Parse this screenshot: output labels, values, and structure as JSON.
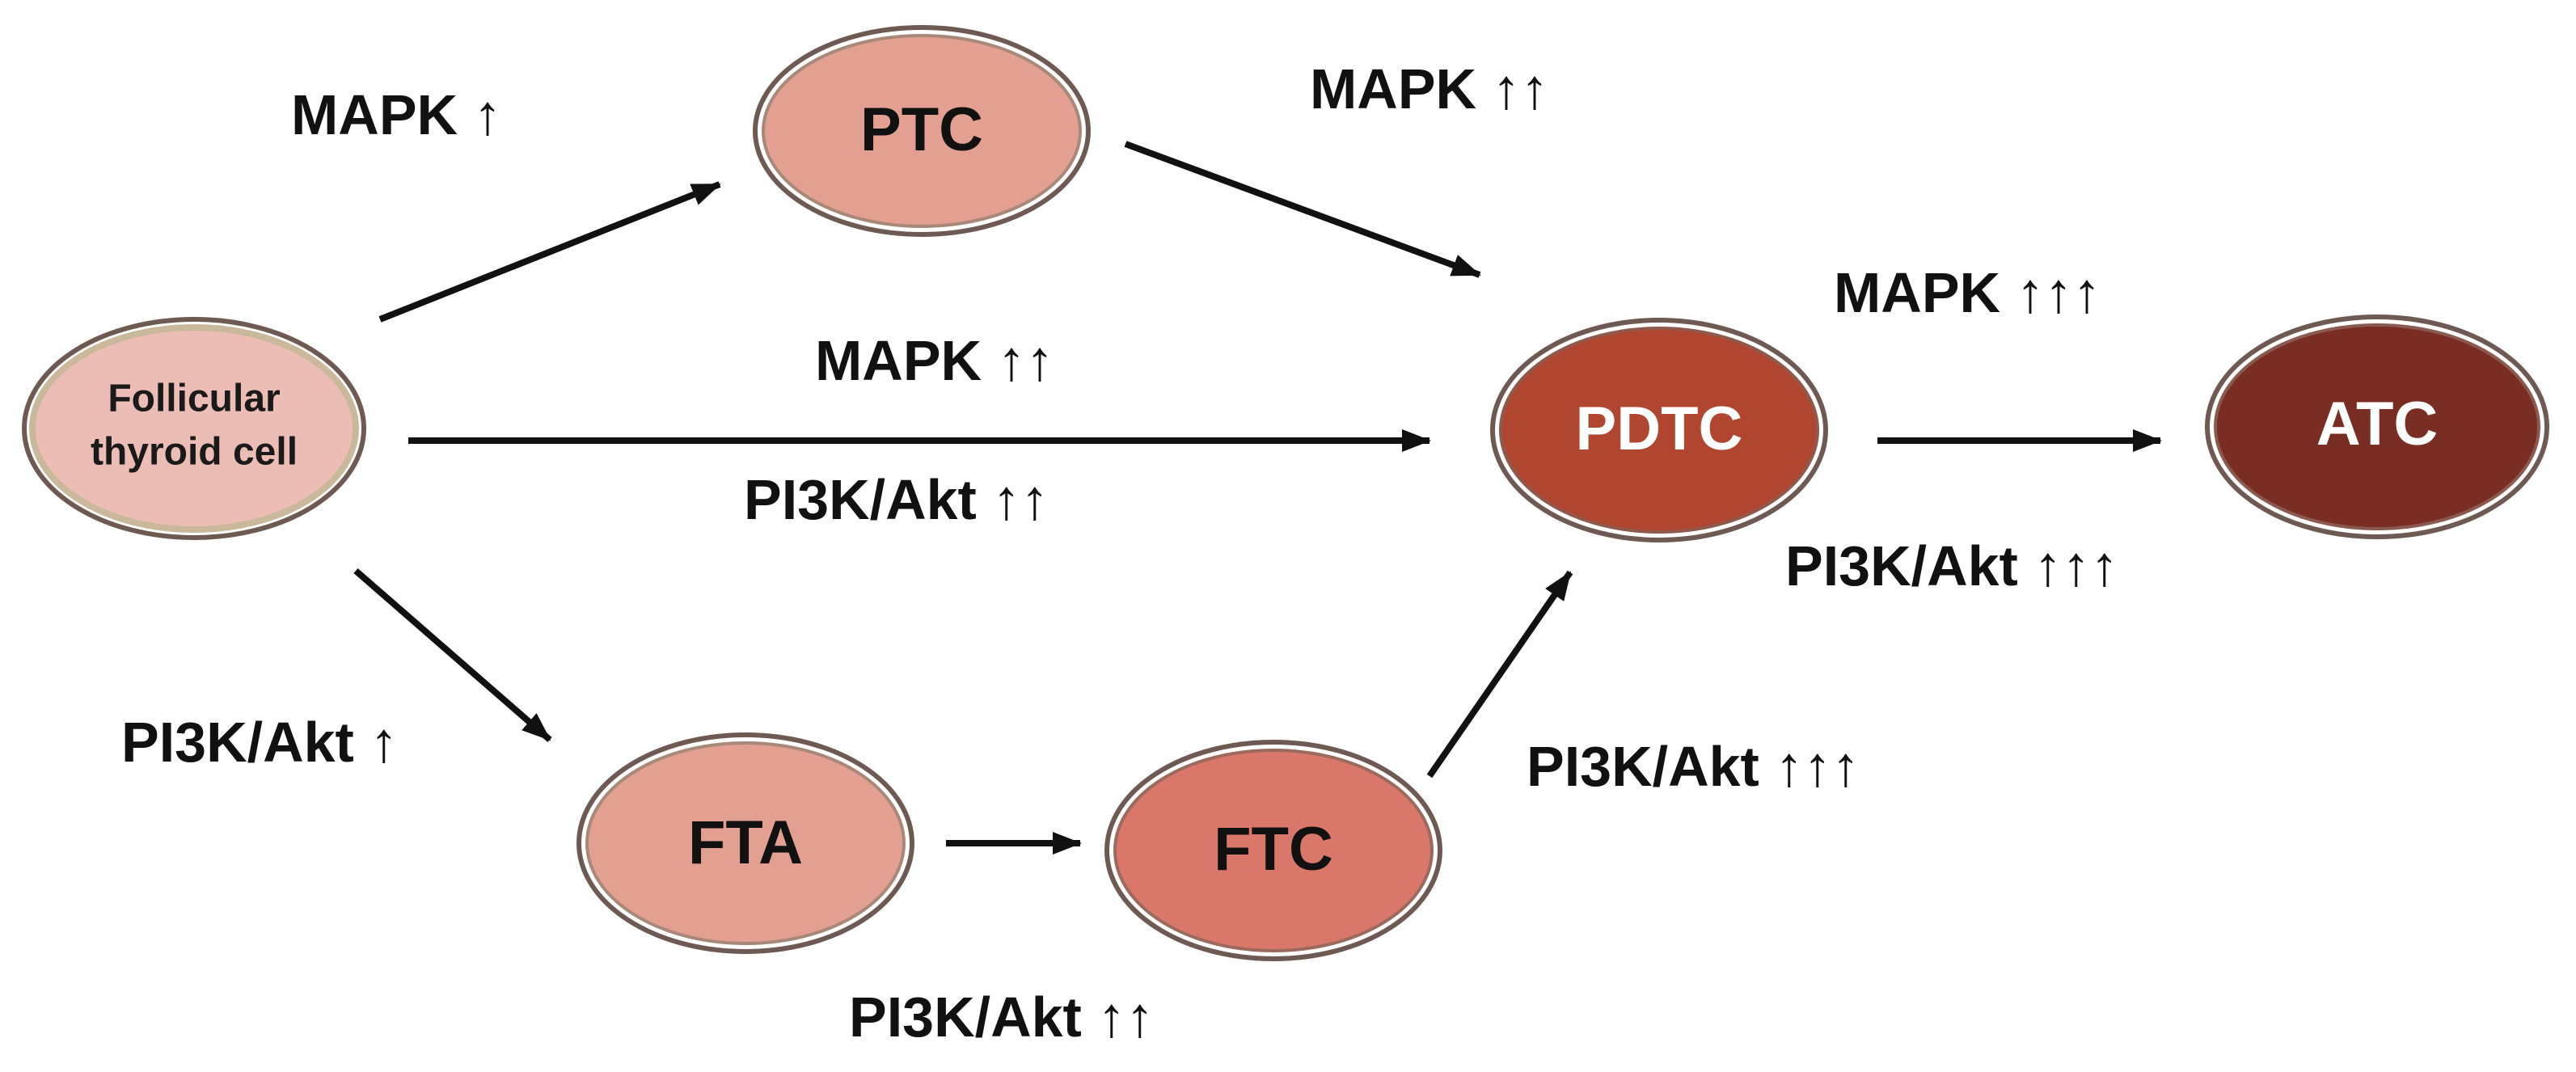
{
  "nodes": {
    "follicular": {
      "line1": "Follicular",
      "line2": "thyroid cell",
      "fill": "#ebbdb5",
      "text_color": "#1a1a1a"
    },
    "ptc": {
      "label": "PTC",
      "fill": "#e3a091",
      "text_color": "#111111"
    },
    "pdtc": {
      "label": "PDTC",
      "fill": "#b04630",
      "text_color": "#ffffff"
    },
    "atc": {
      "label": "ATC",
      "fill": "#7a2d22",
      "text_color": "#ffffff"
    },
    "fta": {
      "label": "FTA",
      "fill": "#e3a091",
      "text_color": "#111111"
    },
    "ftc": {
      "label": "FTC",
      "fill": "#d9786a",
      "text_color": "#111111"
    }
  },
  "labels": {
    "mapk_1": "MAPK ↑",
    "mapk_2_top": "MAPK ↑↑",
    "mapk_2_mid": "MAPK ↑↑",
    "mapk_3": "MAPK ↑↑↑",
    "pi3k_2_mid": "PI3K/Akt ↑↑",
    "pi3k_3_right": "PI3K/Akt ↑↑↑",
    "pi3k_1": "PI3K/Akt ↑",
    "pi3k_3_ftc": "PI3K/Akt ↑↑↑",
    "pi3k_2_bottom": "PI3K/Akt ↑↑"
  },
  "colors": {
    "outline_outer": "#6e5a52",
    "outline_inner": "#c9b89a",
    "arrow": "#111111"
  }
}
